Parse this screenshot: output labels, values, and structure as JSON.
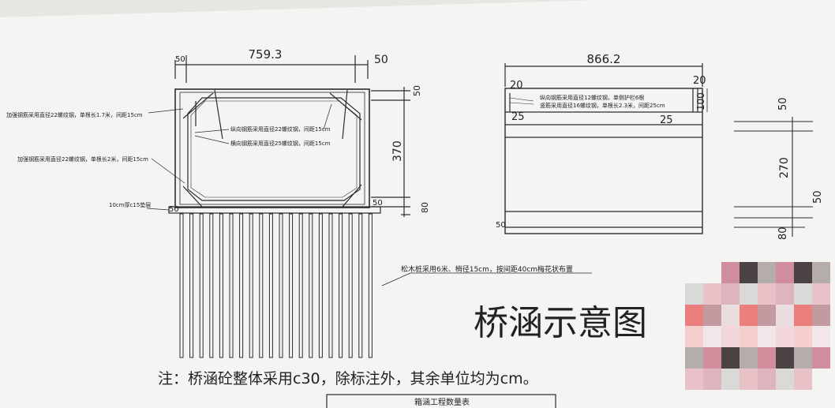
{
  "title": "桥涵示意图",
  "note": "注：桥涵砼整体采用c30，除标注外，其余单位均为cm。",
  "table_title": "箱涵工程数量表",
  "left_section": {
    "dim_width": "759.3",
    "dim_left_wall": "50",
    "dim_right_wall": "50",
    "dim_top": "50",
    "dim_height": "370",
    "dim_bottom": "50",
    "dim_bedding": "80",
    "dim_bedding_left": "50",
    "label_rebar_top": "加强钢筋采用直径22螺纹钢，单根长1.7米，间距15cm",
    "label_rebar_bottom": "加强钢筋采用直径22螺纹钢，单根长2米，间距15cm",
    "label_long_rebar": "纵向钢筋采用直径22螺纹钢，间距15cm",
    "label_trans_rebar": "横向钢筋采用直径25螺纹钢，间距15cm",
    "label_cushion": "10cm厚c15垫层",
    "label_piles": "松木桩采用6米、梢径15cm，按间距40cm梅花状布置"
  },
  "right_section": {
    "dim_width": "866.2",
    "dim_20_left": "20",
    "dim_20_right": "20",
    "dim_100": "100",
    "dim_25_left": "25",
    "dim_25_mid": "25",
    "dim_50_bottom": "50",
    "label_long_rebar": "纵向钢筋采用直径12螺纹钢，单侧护栏6根",
    "label_vert_rebar": "竖筋采用直径16螺纹钢，单根长2.3米，间距25cm"
  },
  "right_dims": {
    "dim_50_top": "50",
    "dim_270": "270",
    "dim_50_bottom": "50",
    "dim_80": "80"
  },
  "colors": {
    "paper": "#f3f3f1",
    "line": "#2b2b2b",
    "text": "#222222"
  }
}
